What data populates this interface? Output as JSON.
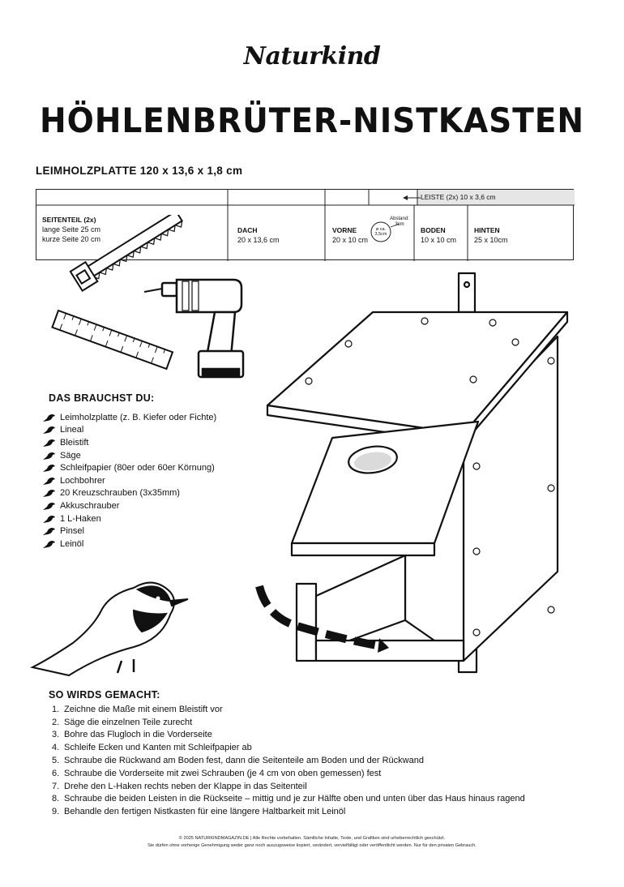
{
  "brand": "Naturkind",
  "title": "HÖHLENBRÜTER-NISTKASTEN",
  "board": {
    "heading": "LEIMHOLZPLATTE 120 x 13,6 x 1,8 cm",
    "seitenteil": {
      "name": "SEITENTEIL (2x)",
      "line1": "lange Seite 25 cm",
      "line2": "kurze Seite 20 cm"
    },
    "dach": {
      "name": "DACH",
      "size": "20 x 13,6 cm"
    },
    "vorne": {
      "name": "VORNE",
      "size": "20 x 10 cm"
    },
    "hole": {
      "label1": "ø ca.",
      "label2": "3,5cm",
      "dist1": "Abstand:",
      "dist2": "3cm"
    },
    "boden": {
      "name": "BODEN",
      "size": "10 x 10 cm"
    },
    "hinten": {
      "name": "HINTEN",
      "size": "25 x 10cm"
    },
    "leiste": {
      "name": "LEISTE (2x)",
      "size": "10 x 3,6 cm"
    }
  },
  "materials": {
    "heading": "DAS BRAUCHST DU:",
    "items": [
      "Leimholzplatte (z. B. Kiefer oder Fichte)",
      "Lineal",
      "Bleistift",
      "Säge",
      "Schleifpapier (80er oder 60er Körnung)",
      "Lochbohrer",
      "20 Kreuzschrauben (3x35mm)",
      "Akkuschrauber",
      "1 L-Haken",
      "Pinsel",
      "Leinöl"
    ]
  },
  "steps": {
    "heading": "SO WIRDS GEMACHT:",
    "items": [
      {
        "n": "1.",
        "text": "Zeichne die Maße mit einem Bleistift vor"
      },
      {
        "n": "2.",
        "text": "Säge die einzelnen Teile zurecht"
      },
      {
        "n": "3.",
        "text": "Bohre das Flugloch in die Vorderseite"
      },
      {
        "n": "4.",
        "text": "Schleife Ecken und Kanten mit Schleifpapier ab"
      },
      {
        "n": "5.",
        "text": "Schraube die Rückwand am Boden fest, dann die Seitenteile am Boden und der Rückwand"
      },
      {
        "n": "6.",
        "text": "Schraube die Vorderseite mit zwei Schrauben (je 4 cm von oben gemessen) fest"
      },
      {
        "n": "7.",
        "text": "Drehe den L-Haken rechts neben der Klappe in das Seitenteil"
      },
      {
        "n": "8.",
        "text": "Schraube die beiden Leisten in die Rückseite – mittig und je zur Hälfte oben und unten über das Haus hinaus ragend"
      },
      {
        "n": "9.",
        "text": "Behandle den fertigen Nistkasten für eine längere Haltbarkeit mit Leinöl"
      }
    ]
  },
  "footer": {
    "line1": "© 2025 NATURKINDMAGAZIN.DE | Alle Rechte vorbehalten. Sämtliche Inhalte, Texte, und Grafiken sind urheberrechtlich geschützt.",
    "line2": "Sie dürfen ohne vorherige Genehmigung weder ganz noch auszugsweise kopiert, verändert, vervielfältigt oder veröffentlicht werden. Nur für den privaten Gebrauch."
  }
}
